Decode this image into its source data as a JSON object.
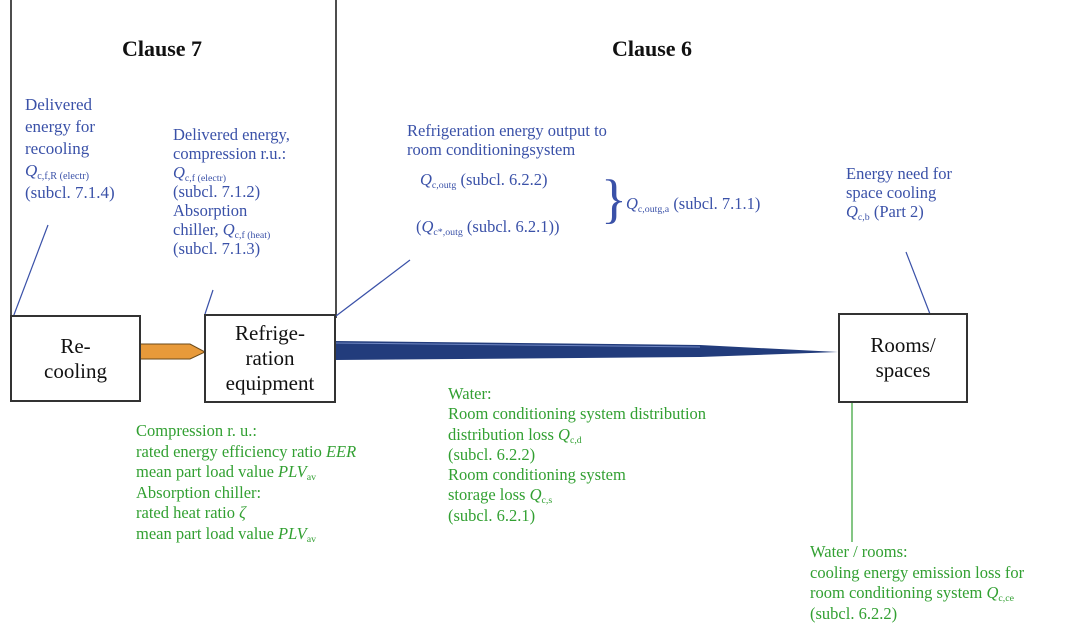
{
  "clauses": {
    "left": "Clause 7",
    "right": "Clause 6"
  },
  "boxes": {
    "recooling": [
      "Re-",
      "cooling"
    ],
    "refrigeration": [
      "Refrige-",
      "ration",
      "equipment"
    ],
    "rooms": [
      "Rooms/",
      "spaces"
    ]
  },
  "recool_label": {
    "l1": "Delivered",
    "l2": "energy for",
    "l3": "recooling",
    "q": "Q",
    "q_sub": "c,f,R (electr)",
    "ref": "(subcl. 7.1.4)"
  },
  "delivered": {
    "l1": "Delivered energy,",
    "l2": "compression r.u.:",
    "q": "Q",
    "q_sub": "c,f (electr)",
    "ref1": "(subcl. 7.1.2)",
    "l3": "Absorption",
    "l4": "chiller, ",
    "q2_sub": "c,f (heat)",
    "ref2": "(subcl. 7.1.3)"
  },
  "output": {
    "l1": "Refrigeration energy output to",
    "l2": "room conditioningsystem",
    "q": "Q",
    "q1_sub": "c,outg",
    "ref1": "(subcl. 6.2.2)",
    "open": "(",
    "q2_sub": "c*,outg",
    "ref2": "(subcl. 6.2.1))",
    "brace": "}",
    "qa_sub": "c,outg,a",
    "refa": "(subcl. 7.1.1)"
  },
  "need": {
    "l1": "Energy need for",
    "l2": "space cooling",
    "q": "Q",
    "q_sub": "c,b",
    "ref": "(Part 2)"
  },
  "compression": {
    "l1": "Compression r. u.:",
    "l2": "rated energy efficiency ratio ",
    "eer": "EER",
    "l3": "mean part load value ",
    "plv": "PLV",
    "plv_sub": "av",
    "l4": "Absorption chiller:",
    "l5": "rated heat ratio ",
    "zeta": "ζ",
    "l6": "mean part load value "
  },
  "water": {
    "l1": "Water:",
    "l2": "Room conditioning system distribution",
    "l3": "distribution loss ",
    "q": "Q",
    "q1_sub": "c,d",
    "l4": "(subcl. 6.2.2)",
    "l5": "Room conditioning system",
    "l6": "storage loss ",
    "q2_sub": "c,s",
    "l7": "(subcl. 6.2.1)"
  },
  "emission": {
    "l1": "Water / rooms:",
    "l2": "cooling energy emission loss for",
    "l3": "room conditioning system ",
    "q": "Q",
    "q_sub": "c,ce",
    "l4": "(subcl. 6.2.2)"
  },
  "colors": {
    "blue": "#3a51a8",
    "green": "#32a032",
    "orange": "#e89a3a",
    "navy": "#223c7c"
  }
}
